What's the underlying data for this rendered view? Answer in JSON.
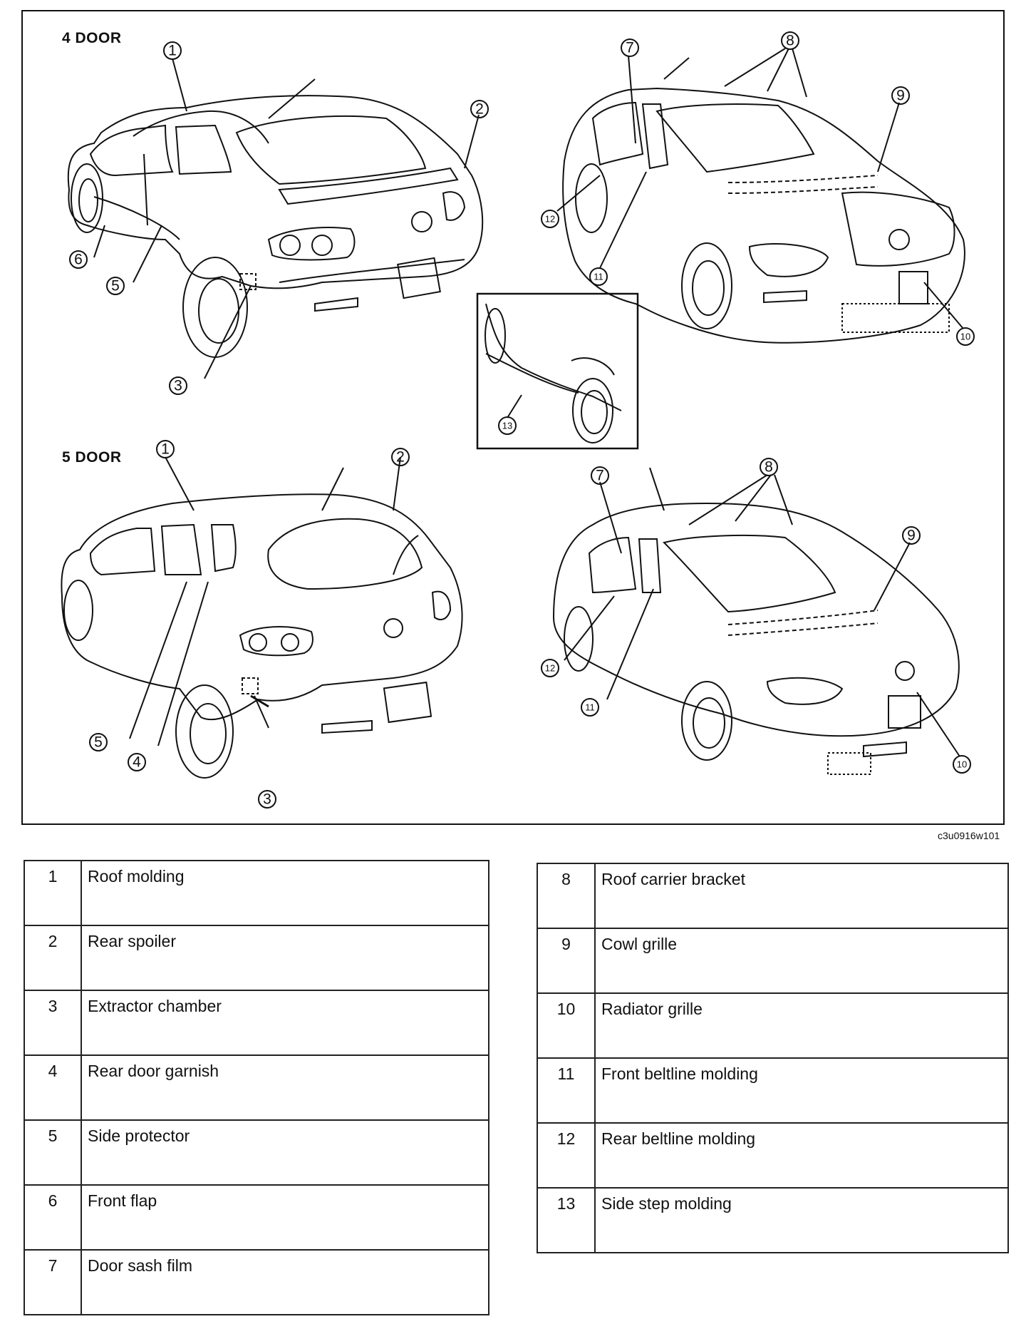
{
  "diagram": {
    "section_4door": "4 DOOR",
    "section_5door": "5 DOOR",
    "figure_id": "c3u0916w101",
    "callouts_4door_rear": [
      "1",
      "2",
      "3",
      "5",
      "6"
    ],
    "callouts_4door_front": [
      "7",
      "8",
      "9",
      "10",
      "11",
      "12"
    ],
    "callout_inset": "13",
    "callouts_5door_rear": [
      "1",
      "2",
      "3",
      "4",
      "5"
    ],
    "callouts_5door_front": [
      "7",
      "8",
      "9",
      "10",
      "11",
      "12"
    ]
  },
  "legend_left": [
    {
      "num": "1",
      "label": "Roof molding"
    },
    {
      "num": "2",
      "label": "Rear spoiler"
    },
    {
      "num": "3",
      "label": "Extractor chamber"
    },
    {
      "num": "4",
      "label": "Rear door garnish"
    },
    {
      "num": "5",
      "label": "Side protector"
    },
    {
      "num": "6",
      "label": "Front flap"
    },
    {
      "num": "7",
      "label": "Door sash film"
    }
  ],
  "legend_right": [
    {
      "num": "8",
      "label": "Roof carrier bracket"
    },
    {
      "num": "9",
      "label": "Cowl grille"
    },
    {
      "num": "10",
      "label": "Radiator grille"
    },
    {
      "num": "11",
      "label": "Front beltline molding"
    },
    {
      "num": "12",
      "label": "Rear beltline molding"
    },
    {
      "num": "13",
      "label": "Side step molding"
    }
  ]
}
